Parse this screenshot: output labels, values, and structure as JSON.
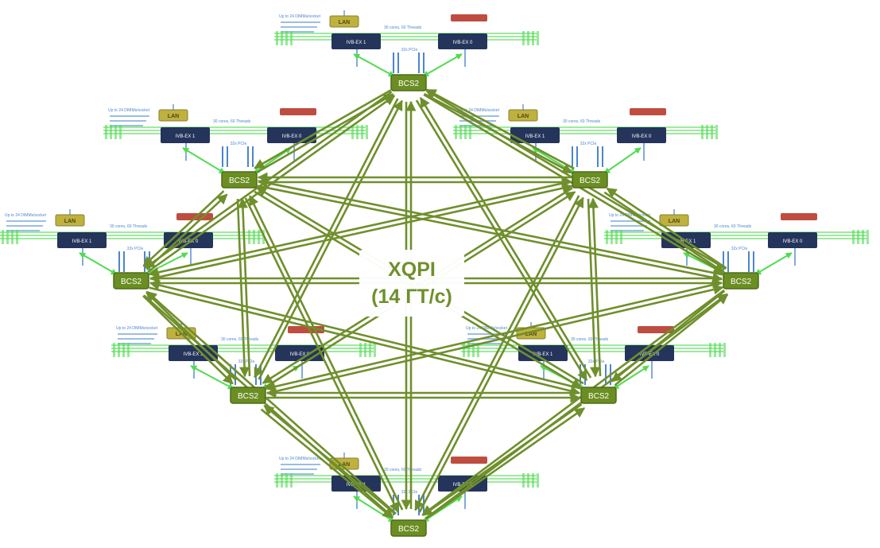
{
  "center_label": {
    "line1": "XQPI",
    "line2": "(14 ГТ/с)"
  },
  "hub_label": "BCS2",
  "module": {
    "cpu_left": "IVB-EX 1",
    "cpu_right": "IVB-EX 0",
    "lan": "LAN",
    "info": "Up to 24 DIMMs/socket",
    "cores": "30 cores, 60 Threads",
    "pcie": "32x PCIe"
  },
  "colors": {
    "link": "#6f8f2c",
    "hub": "#6b8e23",
    "hub_border": "#4f6b18",
    "cpu": "#0d1f4a",
    "bright_green": "#3fd83f",
    "blue": "#3a78c8",
    "lan": "#b9a92a",
    "red": "#b83a2c"
  },
  "diagram": {
    "nodes": [
      {
        "id": "n-top"
      },
      {
        "id": "n-ul"
      },
      {
        "id": "n-ur"
      },
      {
        "id": "n-ml"
      },
      {
        "id": "n-mr"
      },
      {
        "id": "n-ll"
      },
      {
        "id": "n-lr"
      },
      {
        "id": "n-bottom"
      }
    ],
    "links": "full-mesh"
  }
}
